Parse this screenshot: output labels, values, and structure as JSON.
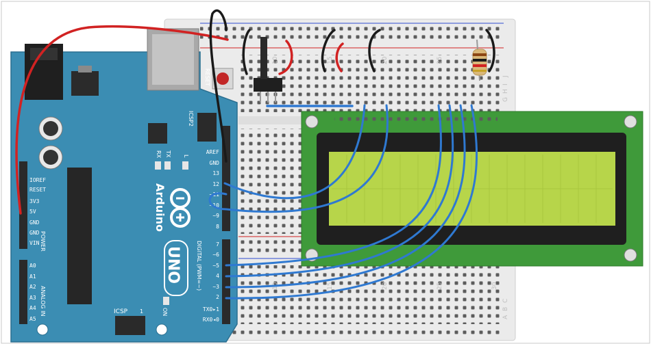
{
  "arduino": {
    "reset_label": "RESET",
    "icsp2_label": "ICSP2",
    "tx_label": "TX",
    "rx_label": "RX",
    "l_label": "L",
    "on_label": "ON",
    "icsp_label": "ICSP",
    "icsp_pin1": "1",
    "brand": "Arduino",
    "model": "UNO",
    "digital_label": "DIGITAL (PWM=~)",
    "analog_label": "ANALOG IN",
    "power_label": "POWER",
    "power_pins": [
      "IOREF",
      "RESET",
      "3V3",
      "5V",
      "GND",
      "GND",
      "VIN"
    ],
    "analog_pins": [
      "A0",
      "A1",
      "A2",
      "A3",
      "A4",
      "A5"
    ],
    "digital_top": [
      "AREF",
      "GND",
      "13",
      "12",
      "~11",
      "~10",
      "~9",
      "8"
    ],
    "digital_bottom": [
      "7",
      "~6",
      "~5",
      "4",
      "~3",
      "2",
      "TX0▸1",
      "RX0◂0"
    ]
  },
  "breadboard": {
    "column_numbers_top": [
      "10",
      "15",
      "20",
      "25"
    ],
    "column_numbers_bottom": [
      "10",
      "15",
      "20",
      "25",
      "30"
    ],
    "row_letters_top": [
      "J",
      "I",
      "H",
      "G"
    ],
    "row_letters_bottom": [
      "C",
      "B",
      "A"
    ]
  },
  "colors": {
    "arduino_board": "#3b8db3",
    "breadboard": "#ebebeb",
    "lcd_pcb": "#3f9a3a",
    "lcd_screen": "#b7d54a",
    "wire_blue": "#2f79d1",
    "wire_red": "#d12222",
    "wire_black": "#1a1a1a"
  }
}
